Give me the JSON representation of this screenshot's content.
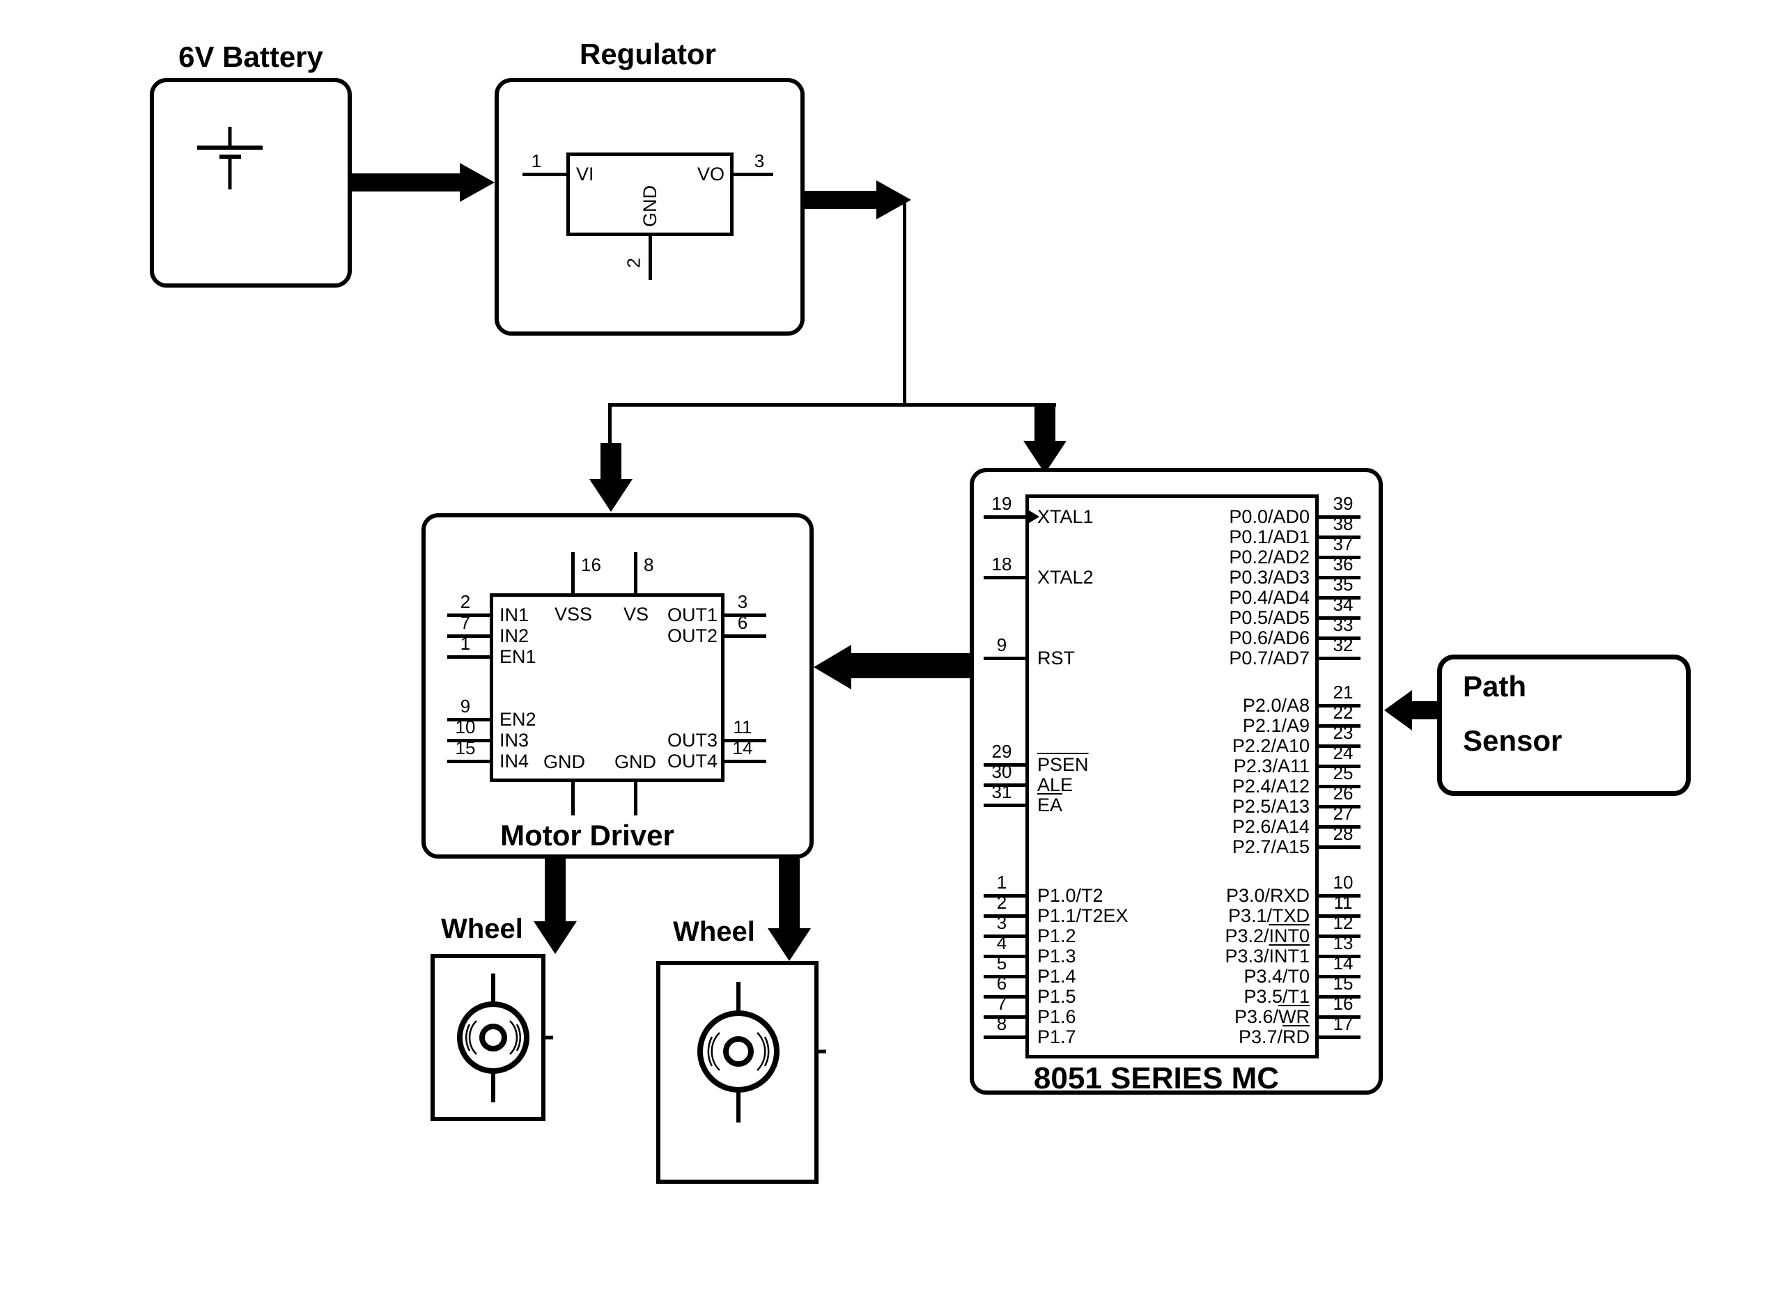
{
  "battery": {
    "title": "6V Battery"
  },
  "regulator": {
    "title": "Regulator",
    "pin1_num": "1",
    "pin2_num": "2",
    "pin3_num": "3",
    "vi_label": "VI",
    "vo_label": "VO",
    "gnd_label": "GND"
  },
  "motor_driver": {
    "title": "Motor Driver",
    "left_pins": [
      {
        "num": "2",
        "label": "IN1"
      },
      {
        "num": "7",
        "label": "IN2"
      },
      {
        "num": "1",
        "label": "EN1"
      },
      {
        "num": "9",
        "label": "EN2"
      },
      {
        "num": "10",
        "label": "IN3"
      },
      {
        "num": "15",
        "label": "IN4"
      }
    ],
    "right_pins": [
      {
        "num": "3",
        "label": "OUT1"
      },
      {
        "num": "6",
        "label": "OUT2"
      },
      {
        "num": "11",
        "label": "OUT3"
      },
      {
        "num": "14",
        "label": "OUT4"
      }
    ],
    "pin16_num": "16",
    "vss_label": "VSS",
    "pin8_num": "8",
    "vs_label": "VS",
    "gnd1_label": "GND",
    "gnd2_label": "GND"
  },
  "mcu": {
    "title": "8051 SERIES MC",
    "left_top": [
      {
        "num": "19",
        "label": "XTAL1"
      },
      {
        "num": "18",
        "label": "XTAL2"
      },
      {
        "num": "9",
        "label": "RST"
      }
    ],
    "left_mid": [
      {
        "num": "29",
        "pre": "",
        "over": "PSEN"
      },
      {
        "num": "30",
        "label": "ALE"
      },
      {
        "num": "31",
        "pre": "",
        "over": "EA"
      }
    ],
    "left_bot": [
      {
        "num": "1",
        "label": "P1.0/T2"
      },
      {
        "num": "2",
        "label": "P1.1/T2EX"
      },
      {
        "num": "3",
        "label": "P1.2"
      },
      {
        "num": "4",
        "label": "P1.3"
      },
      {
        "num": "5",
        "label": "P1.4"
      },
      {
        "num": "6",
        "label": "P1.5"
      },
      {
        "num": "7",
        "label": "P1.6"
      },
      {
        "num": "8",
        "label": "P1.7"
      }
    ],
    "right_p0": [
      {
        "num": "39",
        "label": "P0.0/AD0"
      },
      {
        "num": "38",
        "label": "P0.1/AD1"
      },
      {
        "num": "37",
        "label": "P0.2/AD2"
      },
      {
        "num": "36",
        "label": "P0.3/AD3"
      },
      {
        "num": "35",
        "label": "P0.4/AD4"
      },
      {
        "num": "34",
        "label": "P0.5/AD5"
      },
      {
        "num": "33",
        "label": "P0.6/AD6"
      },
      {
        "num": "32",
        "label": "P0.7/AD7"
      }
    ],
    "right_p2": [
      {
        "num": "21",
        "label": "P2.0/A8"
      },
      {
        "num": "22",
        "label": "P2.1/A9"
      },
      {
        "num": "23",
        "label": "P2.2/A10"
      },
      {
        "num": "24",
        "label": "P2.3/A11"
      },
      {
        "num": "25",
        "label": "P2.4/A12"
      },
      {
        "num": "26",
        "label": "P2.5/A13"
      },
      {
        "num": "27",
        "label": "P2.6/A14"
      },
      {
        "num": "28",
        "label": "P2.7/A15"
      }
    ],
    "right_p3": [
      {
        "num": "10",
        "label": "P3.0/RXD"
      },
      {
        "num": "11",
        "label": "P3.1/TXD"
      },
      {
        "num": "12",
        "pre": "P3.2/",
        "over": "INT0"
      },
      {
        "num": "13",
        "pre": "P3.3/",
        "over": "INT1"
      },
      {
        "num": "14",
        "label": "P3.4/T0"
      },
      {
        "num": "15",
        "label": "P3.5/T1"
      },
      {
        "num": "16",
        "pre": "P3.6/",
        "over": "WR"
      },
      {
        "num": "17",
        "pre": "P3.7/",
        "over": "RD"
      }
    ]
  },
  "path_sensor": {
    "line1": "Path",
    "line2": "Sensor"
  },
  "wheels": [
    {
      "title": "Wheel"
    },
    {
      "title": "Wheel"
    }
  ],
  "colors": {
    "ink": "#000000",
    "paper": "#ffffff"
  }
}
